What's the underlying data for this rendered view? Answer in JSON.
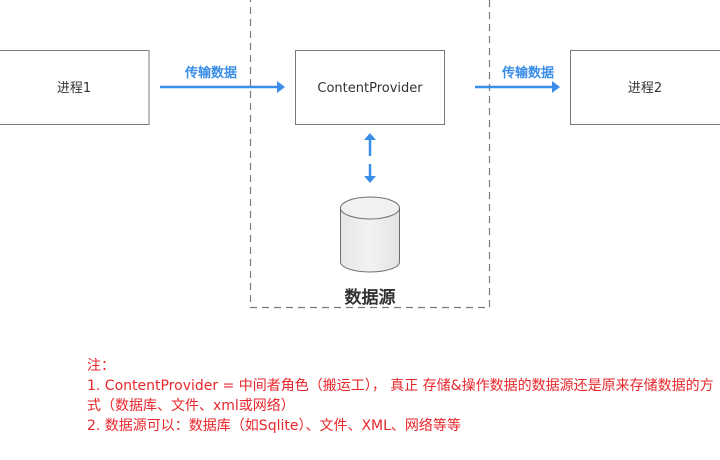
{
  "diagram": {
    "process1_label": "进程1",
    "process2_label": "进程2",
    "provider_label": "ContentProvider",
    "arrow1_label": "传输数据",
    "arrow2_label": "传输数据",
    "datasource_label": "数据源"
  },
  "colors": {
    "arrow": "#3b8ee8",
    "box_border": "#7a7a7a",
    "dashed_border": "#7a7a7a",
    "note_text": "#e8262b"
  },
  "notes": {
    "title": "注：",
    "line1": "1. ContentProvider = 中间者角色（搬运工）， 真正 存储&操作数据的数据源还是原来存储数据的方式（数据库、文件、xml或网络）",
    "line2": "2. 数据源可以：数据库（如Sqlite）、文件、XML、网络等等"
  }
}
